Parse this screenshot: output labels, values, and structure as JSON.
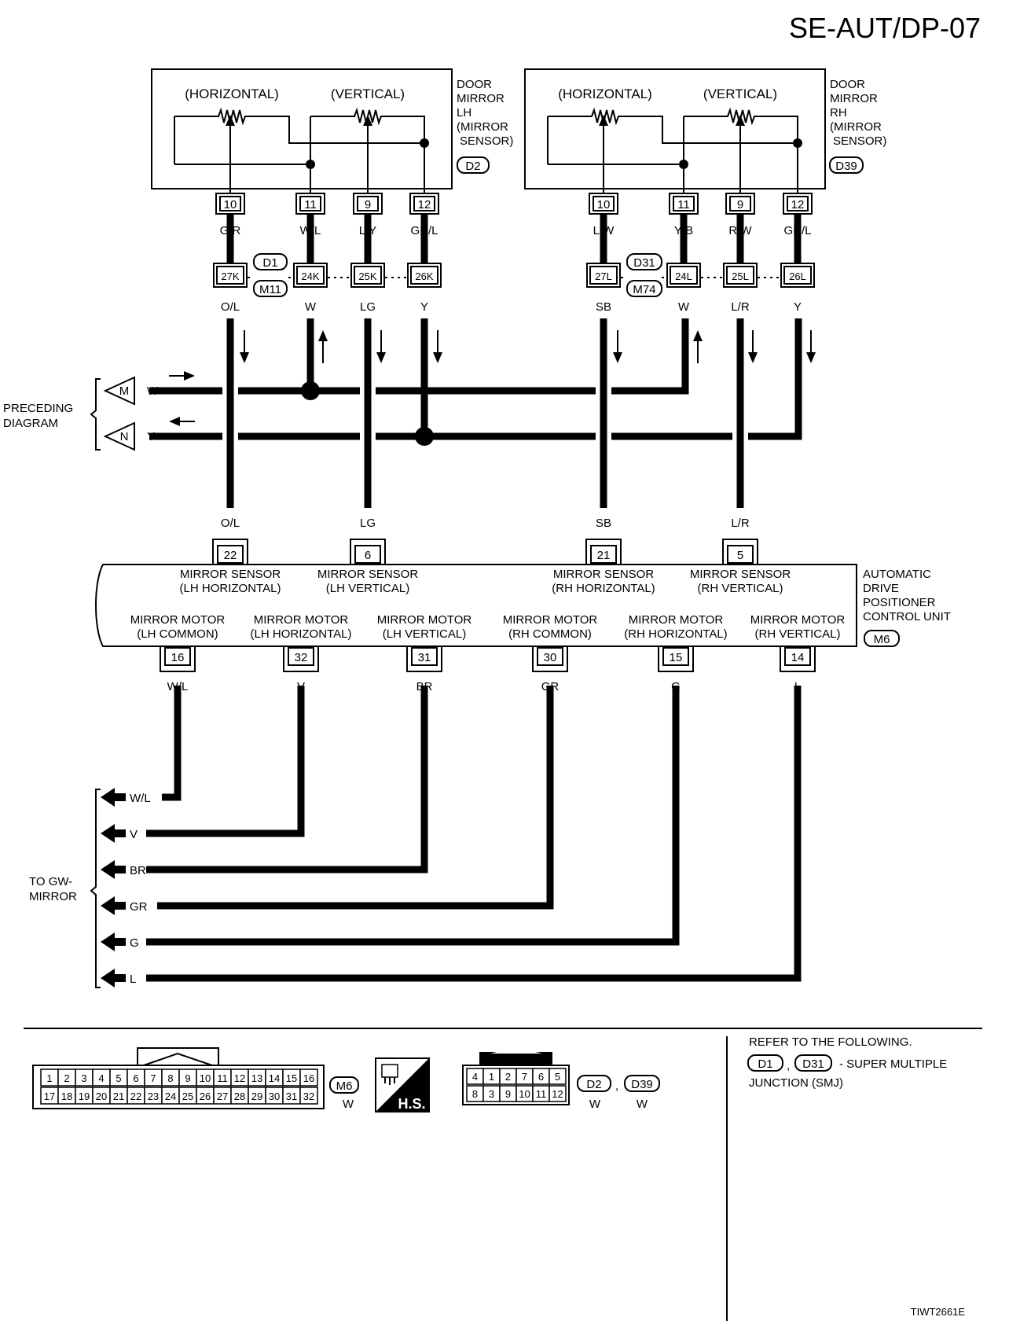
{
  "page_code": "SE-AUT/DP-07",
  "figure_id": "TIWT2661E",
  "mirror_lh": {
    "name_lines": [
      "DOOR",
      "MIRROR",
      "LH",
      "(MIRROR",
      "SENSOR)"
    ],
    "connector": "D2",
    "horizontal_label": "(HORIZONTAL)",
    "vertical_label": "(VERTICAL)",
    "pins": [
      {
        "pin": "10",
        "color": "G/R"
      },
      {
        "pin": "11",
        "color": "W/L"
      },
      {
        "pin": "9",
        "color": "L/Y"
      },
      {
        "pin": "12",
        "color": "GR/L"
      }
    ]
  },
  "mirror_rh": {
    "name_lines": [
      "DOOR",
      "MIRROR",
      "RH",
      "(MIRROR",
      "SENSOR)"
    ],
    "connector": "D39",
    "horizontal_label": "(HORIZONTAL)",
    "vertical_label": "(VERTICAL)",
    "pins": [
      {
        "pin": "10",
        "color": "L/W"
      },
      {
        "pin": "11",
        "color": "Y/B"
      },
      {
        "pin": "9",
        "color": "R/W"
      },
      {
        "pin": "12",
        "color": "GR/L"
      }
    ]
  },
  "junction_lh": {
    "connectors": [
      "D1",
      "M11"
    ],
    "terminals": [
      {
        "id": "27K",
        "color": "O/L"
      },
      {
        "id": "24K",
        "color": "W"
      },
      {
        "id": "25K",
        "color": "LG"
      },
      {
        "id": "26K",
        "color": "Y"
      }
    ]
  },
  "junction_rh": {
    "connectors": [
      "D31",
      "M74"
    ],
    "terminals": [
      {
        "id": "27L",
        "color": "SB"
      },
      {
        "id": "24L",
        "color": "W"
      },
      {
        "id": "25L",
        "color": "L/R"
      },
      {
        "id": "26L",
        "color": "Y"
      }
    ]
  },
  "preceding": {
    "label_lines": [
      "PRECEDING",
      "DIAGRAM"
    ],
    "lines": [
      {
        "connector": "M",
        "color": "W"
      },
      {
        "connector": "N",
        "color": "Y"
      }
    ]
  },
  "control_unit": {
    "name_lines": [
      "AUTOMATIC",
      "DRIVE",
      "POSITIONER",
      "CONTROL UNIT"
    ],
    "connector": "M6",
    "sensor_inputs": [
      {
        "pin": "22",
        "color": "O/L",
        "label_lines": [
          "MIRROR SENSOR",
          "(LH HORIZONTAL)"
        ]
      },
      {
        "pin": "6",
        "color": "LG",
        "label_lines": [
          "MIRROR SENSOR",
          "(LH VERTICAL)"
        ]
      },
      {
        "pin": "21",
        "color": "SB",
        "label_lines": [
          "MIRROR SENSOR",
          "(RH HORIZONTAL)"
        ]
      },
      {
        "pin": "5",
        "color": "L/R",
        "label_lines": [
          "MIRROR SENSOR",
          "(RH VERTICAL)"
        ]
      }
    ],
    "motor_outputs": [
      {
        "pin": "16",
        "color": "W/L",
        "label_lines": [
          "MIRROR MOTOR",
          "(LH COMMON)"
        ]
      },
      {
        "pin": "32",
        "color": "V",
        "label_lines": [
          "MIRROR MOTOR",
          "(LH HORIZONTAL)"
        ]
      },
      {
        "pin": "31",
        "color": "BR",
        "label_lines": [
          "MIRROR MOTOR",
          "(LH VERTICAL)"
        ]
      },
      {
        "pin": "30",
        "color": "GR",
        "label_lines": [
          "MIRROR MOTOR",
          "(RH COMMON)"
        ]
      },
      {
        "pin": "15",
        "color": "G",
        "label_lines": [
          "MIRROR MOTOR",
          "(RH HORIZONTAL)"
        ]
      },
      {
        "pin": "14",
        "color": "L",
        "label_lines": [
          "MIRROR MOTOR",
          "(RH VERTICAL)"
        ]
      }
    ]
  },
  "to_gw": {
    "label_lines": [
      "TO GW-",
      "MIRROR"
    ],
    "colors": [
      "W/L",
      "V",
      "BR",
      "GR",
      "G",
      "L"
    ]
  },
  "connector_m6": {
    "row1": [
      "1",
      "2",
      "3",
      "4",
      "5",
      "6",
      "7",
      "8",
      "9",
      "10",
      "11",
      "12",
      "13",
      "14",
      "15",
      "16"
    ],
    "row2": [
      "17",
      "18",
      "19",
      "20",
      "21",
      "22",
      "23",
      "24",
      "25",
      "26",
      "27",
      "28",
      "29",
      "30",
      "31",
      "32"
    ],
    "connector": "M6",
    "color": "W",
    "hs_label": "H.S."
  },
  "connector_d2": {
    "row1": [
      "4",
      "1",
      "2",
      "7",
      "6",
      "5"
    ],
    "row2": [
      "8",
      "3",
      "9",
      "10",
      "11",
      "12"
    ],
    "connectors": [
      "D2",
      "D39"
    ],
    "colors": [
      "W",
      "W"
    ],
    "separator": ","
  },
  "refer": {
    "title": "REFER TO THE FOLLOWING.",
    "connectors": [
      "D1",
      "D31"
    ],
    "separator": ",",
    "desc_line1": "- SUPER MULTIPLE",
    "desc_line2": "JUNCTION (SMJ)"
  }
}
